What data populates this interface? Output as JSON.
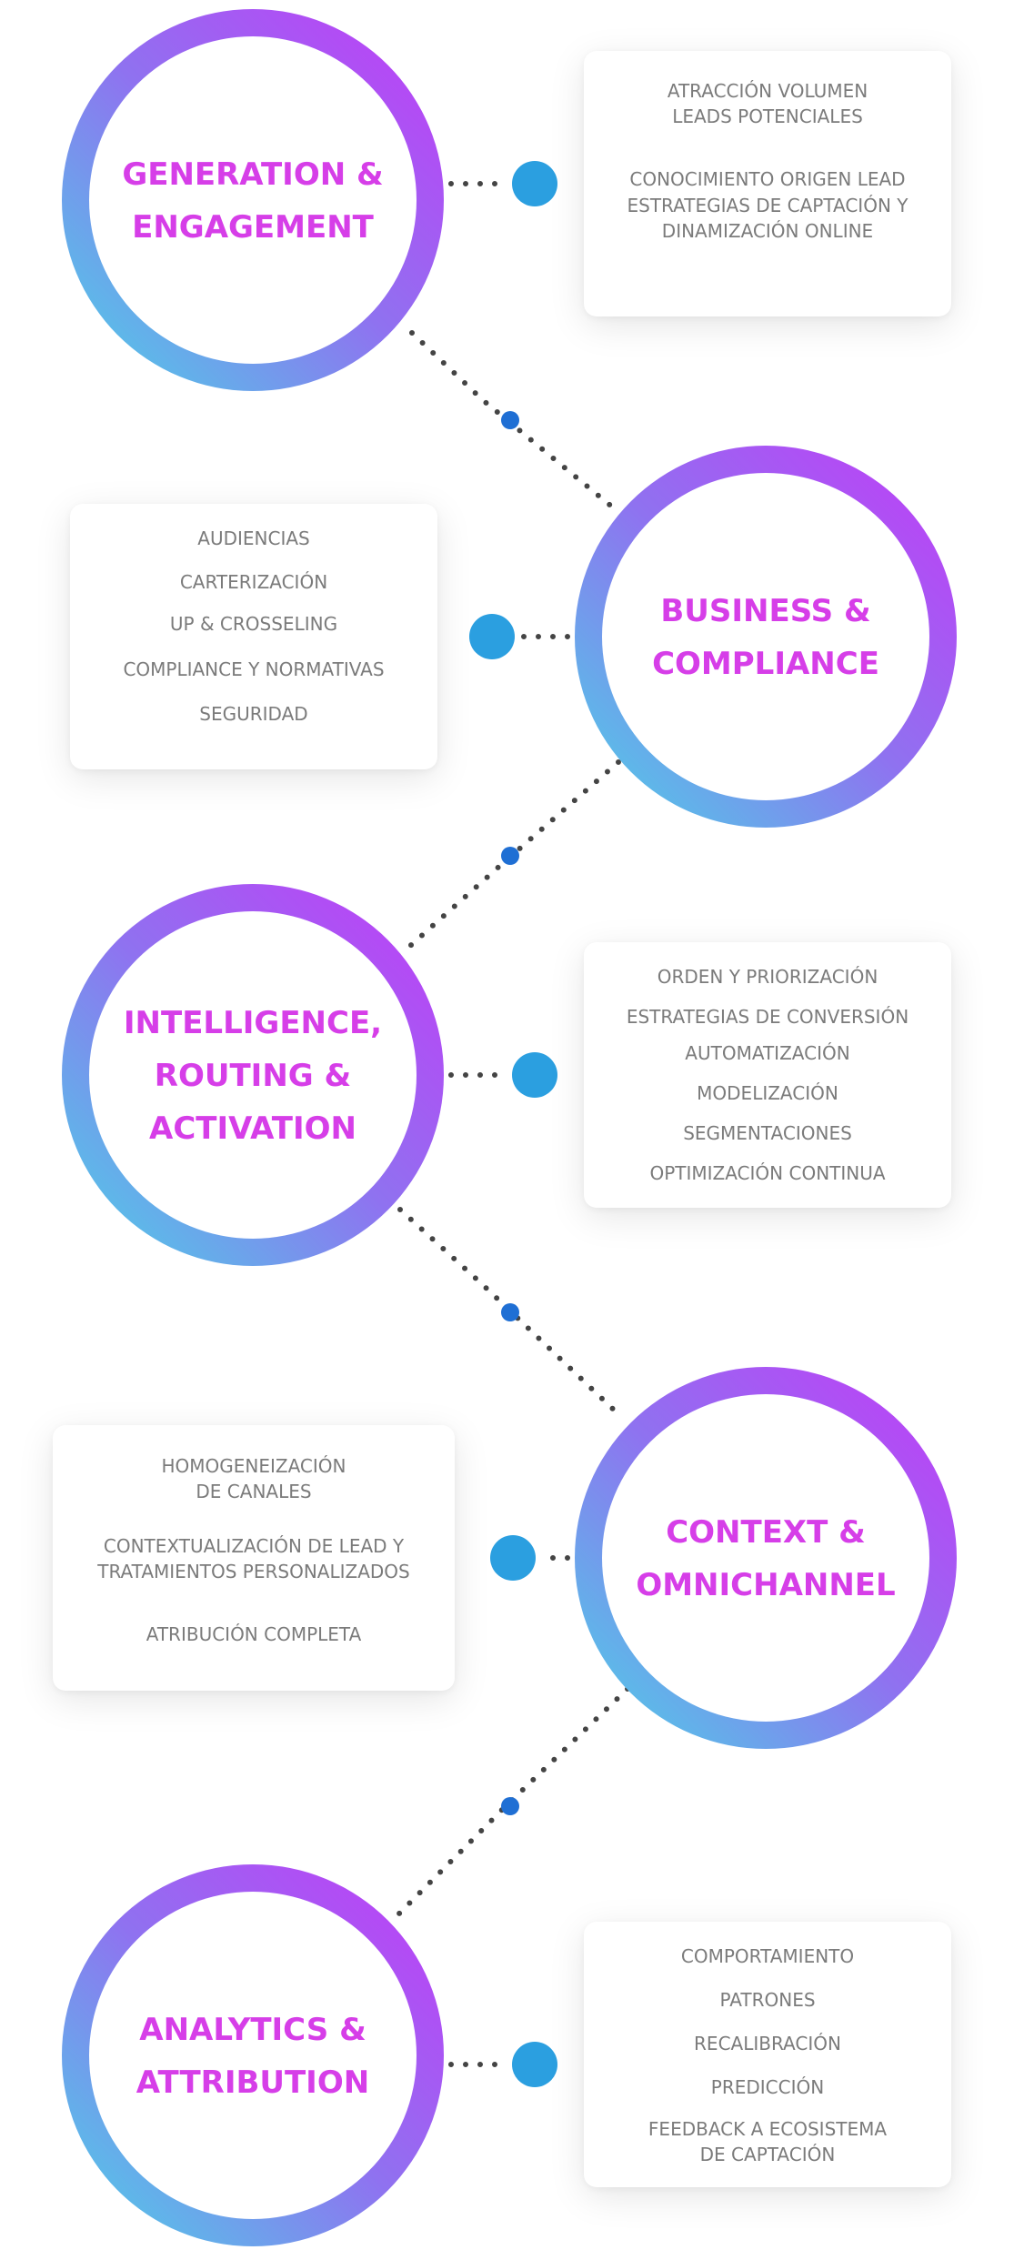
{
  "colors": {
    "ring_start": "#c33af7",
    "ring_end": "#4ad4e6",
    "title": "#d63ee8",
    "node_dot": "#2b9fe0",
    "connector_dot": "#1f6fd4",
    "dotted_line": "#444444",
    "card_text": "#7b7b7b"
  },
  "stages": [
    {
      "title_lines": [
        "GENERATION &",
        "ENGAGEMENT"
      ],
      "items": [
        "ATRACCIÓN VOLUMEN\nLEADS POTENCIALES",
        "CONOCIMIENTO ORIGEN LEAD",
        "ESTRATEGIAS DE CAPTACIÓN Y\nDINAMIZACIÓN ONLINE"
      ]
    },
    {
      "title_lines": [
        "BUSINESS  &",
        "COMPLIANCE"
      ],
      "items": [
        "AUDIENCIAS",
        "CARTERIZACIÓN",
        "UP & CROSSELING",
        "COMPLIANCE Y NORMATIVAS",
        "SEGURIDAD"
      ]
    },
    {
      "title_lines": [
        "INTELLIGENCE,",
        "ROUTING &",
        "ACTIVATION"
      ],
      "items": [
        "ORDEN Y PRIORIZACIÓN",
        "ESTRATEGIAS DE CONVERSIÓN",
        "AUTOMATIZACIÓN",
        "MODELIZACIÓN",
        "SEGMENTACIONES",
        "OPTIMIZACIÓN CONTINUA"
      ]
    },
    {
      "title_lines": [
        "CONTEXT  &",
        "OMNICHANNEL"
      ],
      "items": [
        "HOMOGENEIZACIÓN\nDE CANALES",
        "CONTEXTUALIZACIÓN DE LEAD Y\nTRATAMIENTOS PERSONALIZADOS",
        "ATRIBUCIÓN COMPLETA"
      ]
    },
    {
      "title_lines": [
        "ANALYTICS &",
        "ATTRIBUTION"
      ],
      "items": [
        "COMPORTAMIENTO",
        "PATRONES",
        "RECALIBRACIÓN",
        "PREDICCIÓN",
        "FEEDBACK A ECOSISTEMA\nDE CAPTACIÓN"
      ]
    }
  ]
}
